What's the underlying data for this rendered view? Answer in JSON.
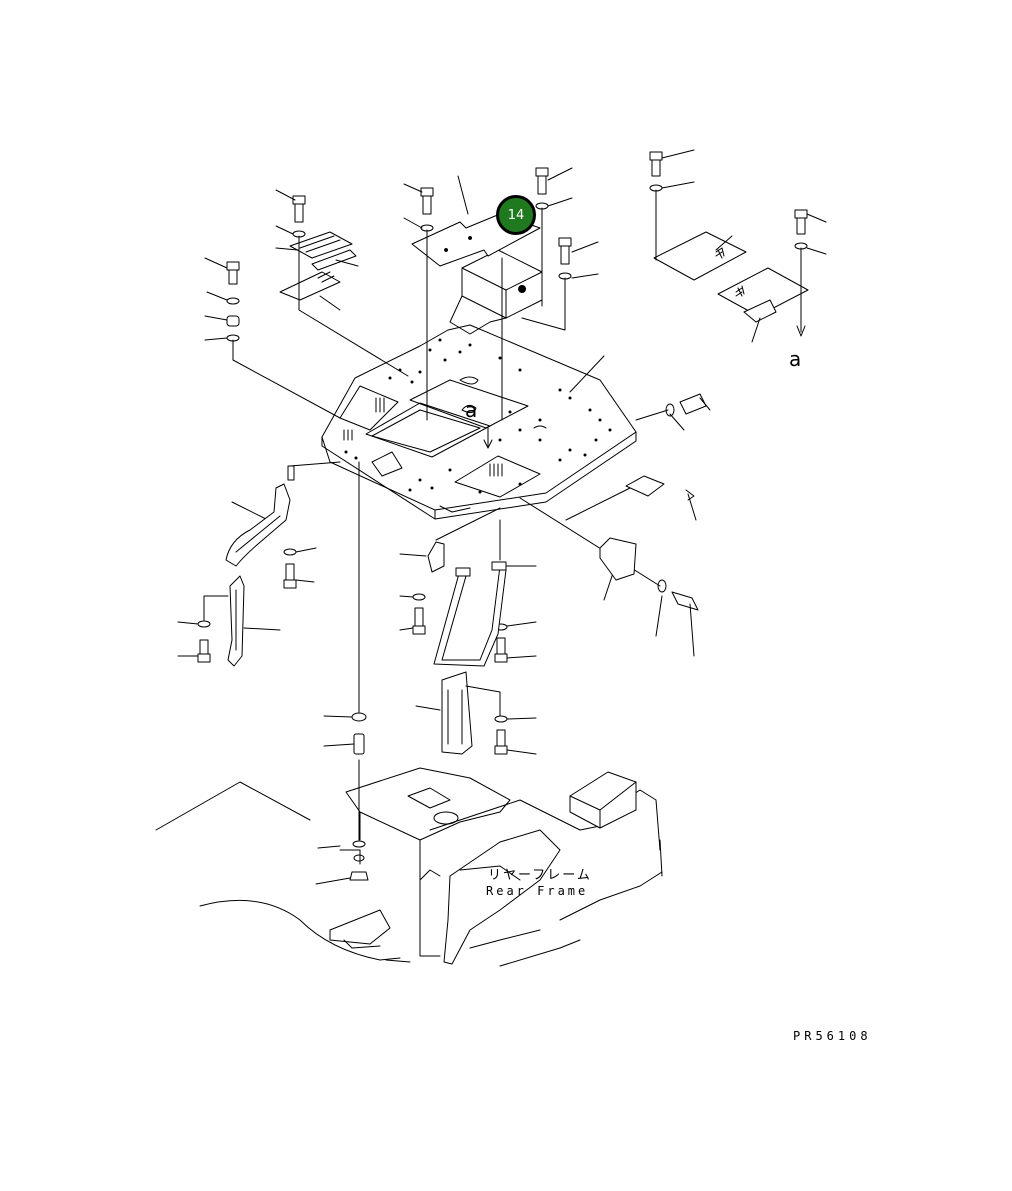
{
  "diagram": {
    "callout_badge": {
      "number": "14",
      "color": "#1f7a1f"
    },
    "view_markers": [
      "a",
      "a"
    ],
    "frame_label_jp": "リヤーフレーム",
    "frame_label_en": "Rear Frame",
    "drawing_number": "PR56108"
  }
}
